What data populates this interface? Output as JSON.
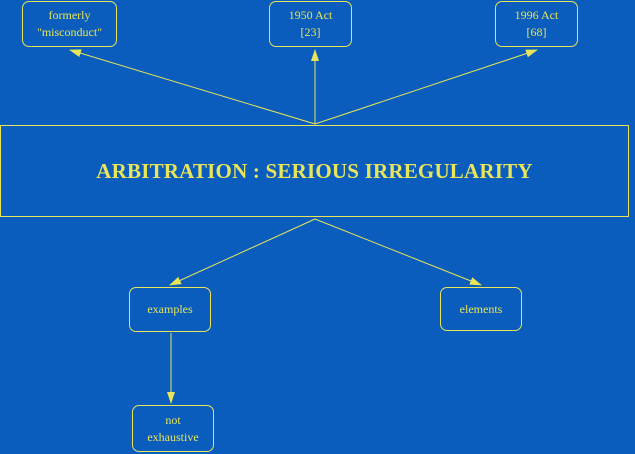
{
  "colors": {
    "background": "#0a5cbd",
    "foreground": "#e8e55a"
  },
  "diagram": {
    "central": {
      "label": "ARBITRATION : SERIOUS IRREGULARITY"
    },
    "nodes": {
      "formerly": {
        "lines": [
          "formerly",
          "\"misconduct\""
        ]
      },
      "act1950": {
        "lines": [
          "1950 Act",
          "[23]"
        ]
      },
      "act1996": {
        "lines": [
          "1996 Act",
          "[68]"
        ]
      },
      "examples": {
        "lines": [
          "examples"
        ]
      },
      "elements": {
        "lines": [
          "elements"
        ]
      },
      "not_exhaustive": {
        "lines": [
          "not",
          "exhaustive"
        ]
      }
    },
    "edges": [
      {
        "from": "central",
        "to": "formerly"
      },
      {
        "from": "central",
        "to": "act1950"
      },
      {
        "from": "central",
        "to": "act1996"
      },
      {
        "from": "central",
        "to": "examples"
      },
      {
        "from": "central",
        "to": "elements"
      },
      {
        "from": "examples",
        "to": "not_exhaustive"
      }
    ]
  }
}
